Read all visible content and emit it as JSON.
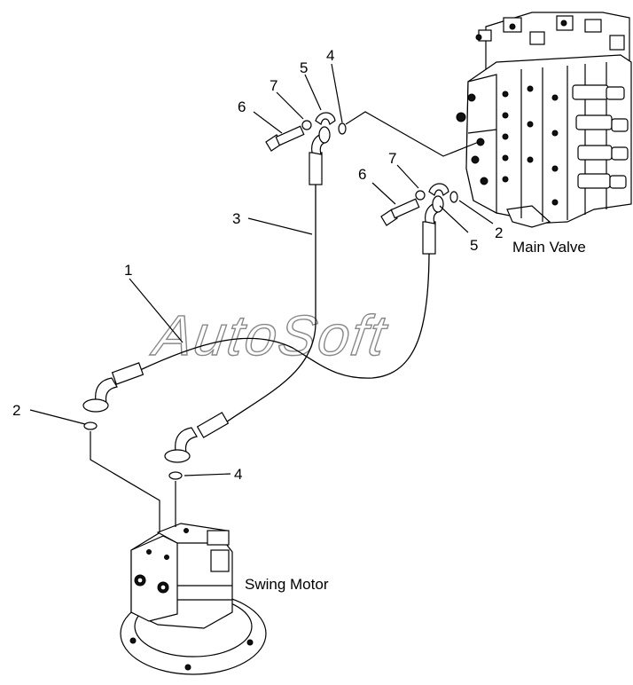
{
  "diagram": {
    "watermark": "AutoSoft",
    "captions": {
      "main_valve": "Main Valve",
      "swing_motor": "Swing Motor"
    },
    "callouts": {
      "hose_1": "1",
      "oring_2_left": "2",
      "oring_2_right": "2",
      "hose_3": "3",
      "oring_4_left": "4",
      "oring_4_top": "4",
      "clamp_5_top": "5",
      "clamp_5_right": "5",
      "bolt_6_top": "6",
      "bolt_6_right": "6",
      "washer_7_top": "7",
      "washer_7_right": "7"
    }
  }
}
